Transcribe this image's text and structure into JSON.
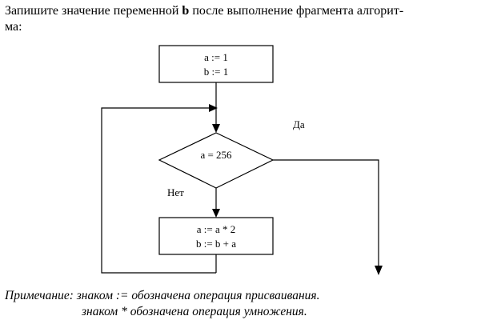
{
  "question": {
    "prefix": "Запишите значение переменной ",
    "variable": "b",
    "suffix": " после выполнение фрагмента алгорит-",
    "line2": "ма:"
  },
  "flowchart": {
    "init_block": {
      "line1": "a := 1",
      "line2": "b := 1"
    },
    "condition": {
      "text": "a = 256",
      "yes_label": "Да",
      "no_label": "Нет"
    },
    "body_block": {
      "line1": "a := a * 2",
      "line2": "b := b + a"
    }
  },
  "note": {
    "line1": "Примечание: знаком := обозначена операция присваивания.",
    "line2": "знаком *  обозначена операция  умножения."
  }
}
